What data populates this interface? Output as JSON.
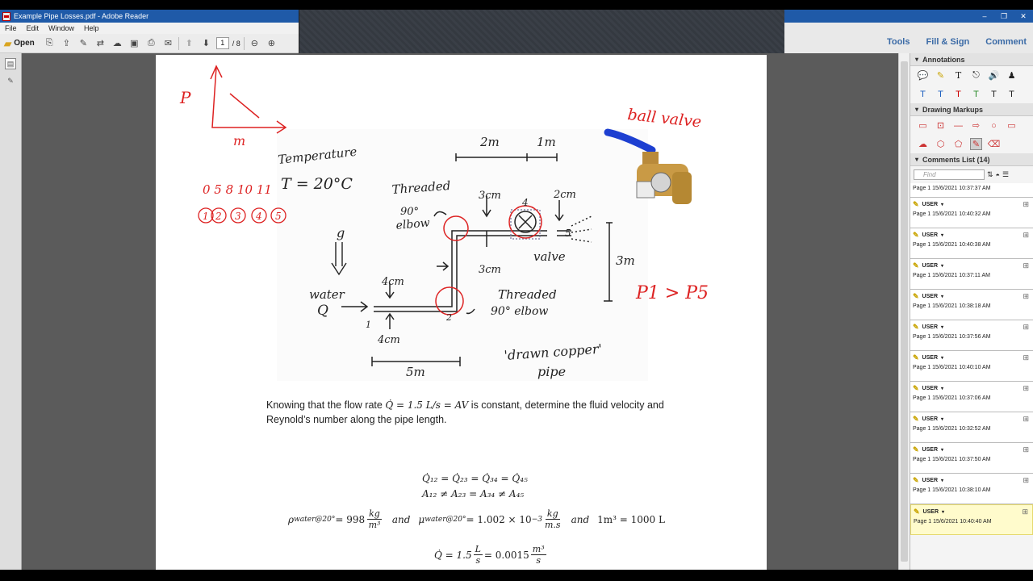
{
  "window": {
    "title": "Example Pipe Losses.pdf - Adobe Reader",
    "min": "‒",
    "max": "❐",
    "close": "✕"
  },
  "menu": [
    "File",
    "Edit",
    "Window",
    "Help"
  ],
  "toolbar": {
    "open": "Open",
    "page_current": "1",
    "page_total": "/ 8"
  },
  "right_links": {
    "tools": "Tools",
    "fill_sign": "Fill & Sign",
    "comment": "Comment"
  },
  "pane": {
    "annotations": "Annotations",
    "drawing": "Drawing Markups",
    "comments_list": "Comments List (14)",
    "find_placeholder": "Find",
    "first_partial_date": "Page 1  15/6/2021 10:37:37 AM",
    "comments": [
      {
        "user": "USER",
        "date": "Page 1  15/6/2021 10:40:32 AM"
      },
      {
        "user": "USER",
        "date": "Page 1  15/6/2021 10:40:38 AM"
      },
      {
        "user": "USER",
        "date": "Page 1  15/6/2021 10:37:11 AM"
      },
      {
        "user": "USER",
        "date": "Page 1  15/6/2021 10:38:18 AM"
      },
      {
        "user": "USER",
        "date": "Page 1  15/6/2021 10:37:56 AM"
      },
      {
        "user": "USER",
        "date": "Page 1  15/6/2021 10:40:10 AM"
      },
      {
        "user": "USER",
        "date": "Page 1  15/6/2021 10:37:06 AM"
      },
      {
        "user": "USER",
        "date": "Page 1  15/6/2021 10:32:52 AM"
      },
      {
        "user": "USER",
        "date": "Page 1  15/6/2021 10:37:50 AM"
      },
      {
        "user": "USER",
        "date": "Page 1  15/6/2021 10:38:10 AM"
      },
      {
        "user": "USER",
        "date": "Page 1  15/6/2021 10:40:40 AM"
      }
    ]
  },
  "document": {
    "hand": {
      "p": "P",
      "m": "m",
      "temperature": "Temperature",
      "T": "T = 20°C",
      "nums": "0  5  8  10  11",
      "circled": [
        "1",
        "2",
        "3",
        "4",
        "5"
      ],
      "g": "g",
      "threaded1": "Threaded",
      "elbow1a": "90°",
      "elbow1b": "elbow",
      "d3cm_top": "3cm",
      "d2cm": "2cm",
      "d2m": "2m",
      "d1m": "1m",
      "valve": "valve",
      "n4": "4",
      "n5": "5",
      "d3cm_mid": "3cm",
      "d3m": "3m",
      "water": "water",
      "Q": "Q",
      "d4cm_top": "4cm",
      "d4cm_bot": "4cm",
      "threaded2": "Threaded",
      "elbow2": "90° elbow",
      "d5m": "5m",
      "n1": "1",
      "n2": "2",
      "ballvalve": "ball valve",
      "p1p5": "P1 > P5",
      "copper1": "'drawn copper'",
      "copper2": "pipe"
    },
    "para_a": "Knowing that the flow rate ",
    "para_math": "Q̇ = 1.5 L/s = AV",
    "para_b": " is constant, determine the fluid velocity and",
    "para_2": "Reynold’s number along the pipe length.",
    "eq1": "Q̇₁₂ = Q̇₂₃ = Q̇₃₄ = Q̇₄₅",
    "eq2": "A₁₂ ≠ A₂₃ = A₃₄ ≠ A₄₅",
    "eq3a": "ρ",
    "eq3a_sub": "water@20°",
    "eq3b": " = 998",
    "eq3_kg": "kg",
    "eq3_m3": "m³",
    "eq3_and": "and",
    "eq3_mu": "μ",
    "eq3_mu_sub": "water@20°",
    "eq3_c": " = 1.002 × 10",
    "eq3_exp": "−3",
    "eq3_kg2": "kg",
    "eq3_ms": "m.s",
    "eq3_and2": "and",
    "eq3_d": "1m³ = 1000 L",
    "eq4a": "Q̇ = 1.5",
    "eq4_L": "L",
    "eq4_s": "s",
    "eq4b": " = 0.0015",
    "eq4_m3": "m³",
    "eq4_s2": "s"
  }
}
